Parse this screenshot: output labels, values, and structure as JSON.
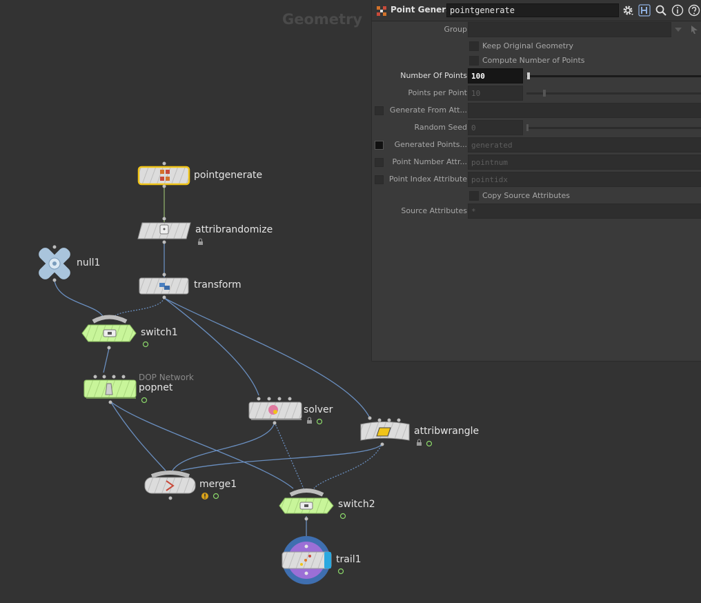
{
  "network": {
    "context_label": "Geometry",
    "nodes": {
      "pointgenerate": {
        "name": "pointgenerate"
      },
      "attribrandomize": {
        "name": "attribrandomize"
      },
      "null1": {
        "name": "null1"
      },
      "transform": {
        "name": "transform"
      },
      "switch1": {
        "name": "switch1"
      },
      "popnet": {
        "name": "popnet",
        "subtitle": "DOP Network"
      },
      "solver": {
        "name": "solver"
      },
      "attribwrangle": {
        "name": "attribwrangle"
      },
      "merge1": {
        "name": "merge1"
      },
      "switch2": {
        "name": "switch2"
      },
      "trail1": {
        "name": "trail1"
      }
    }
  },
  "panel": {
    "node_type": "Point Generate",
    "node_name": "pointgenerate",
    "toolbar_icons": [
      "gear-icon",
      "houdini-help-icon",
      "search-icon",
      "info-icon",
      "help-icon"
    ],
    "params": {
      "group": {
        "label": "Group",
        "value": ""
      },
      "keep_original": {
        "label": "Keep Original Geometry",
        "checked": false
      },
      "compute_number": {
        "label": "Compute Number of Points",
        "checked": false
      },
      "number_of_points": {
        "label": "Number Of Points",
        "value": "100"
      },
      "points_per_point": {
        "label": "Points per Point",
        "value": "10"
      },
      "generate_from_attr": {
        "label": "Generate From Att...",
        "value": ""
      },
      "random_seed": {
        "label": "Random Seed",
        "value": "0"
      },
      "generated_points": {
        "label": "Generated Points...",
        "value": "generated"
      },
      "point_number_attr": {
        "label": "Point Number Attr...",
        "value": "pointnum"
      },
      "point_index_attr": {
        "label": "Point Index Attribute",
        "value": "pointidx"
      },
      "copy_source": {
        "label": "Copy Source Attributes",
        "checked": false
      },
      "source_attributes": {
        "label": "Source Attributes",
        "value": "*"
      }
    }
  },
  "colors": {
    "background": "#333333",
    "wire": "#6a8fc0",
    "selected_outline": "#f0c419",
    "display_node": "#c8f59a",
    "trail_ring": "#3f6fb0",
    "trail_inner": "#9b6fd6",
    "display_flag": "#2aa8e0"
  }
}
